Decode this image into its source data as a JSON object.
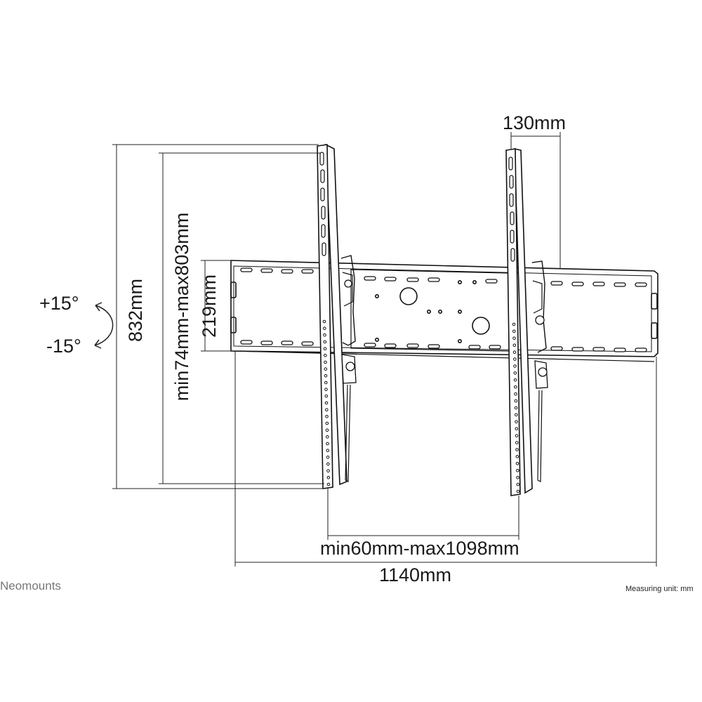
{
  "dimensions": {
    "arm_depth": "130mm",
    "total_height": "832mm",
    "vertical_pattern": "min74mm-max803mm",
    "wall_plate_height": "219mm",
    "horizontal_pattern": "min60mm-max1098mm",
    "total_width": "1140mm"
  },
  "tilt": {
    "up": "+15°",
    "down": "-15°"
  },
  "footer": {
    "brand": "Neomounts",
    "measuring_unit": "Measuring unit: mm"
  }
}
